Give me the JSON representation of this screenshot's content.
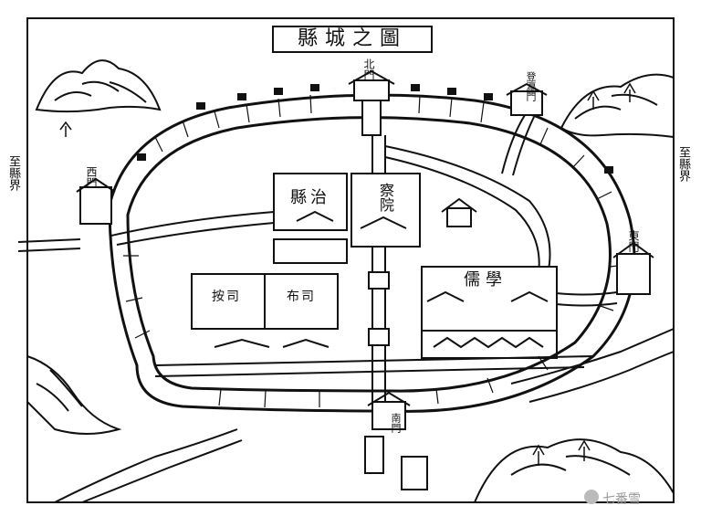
{
  "map": {
    "title": "縣城之圖",
    "labels": {
      "north_gate": "北門",
      "northeast_gate": "登瀛門",
      "west_gate": "西門",
      "east_gate": "東門",
      "south_gate": "南門",
      "county_office": "縣治",
      "censorate": "察院",
      "education_hall": "儒學",
      "office_left": "按司",
      "office_right": "布司",
      "left_margin_text": "至縣界",
      "right_margin_text": "至縣界"
    }
  },
  "watermark": {
    "text": "七番雪"
  }
}
